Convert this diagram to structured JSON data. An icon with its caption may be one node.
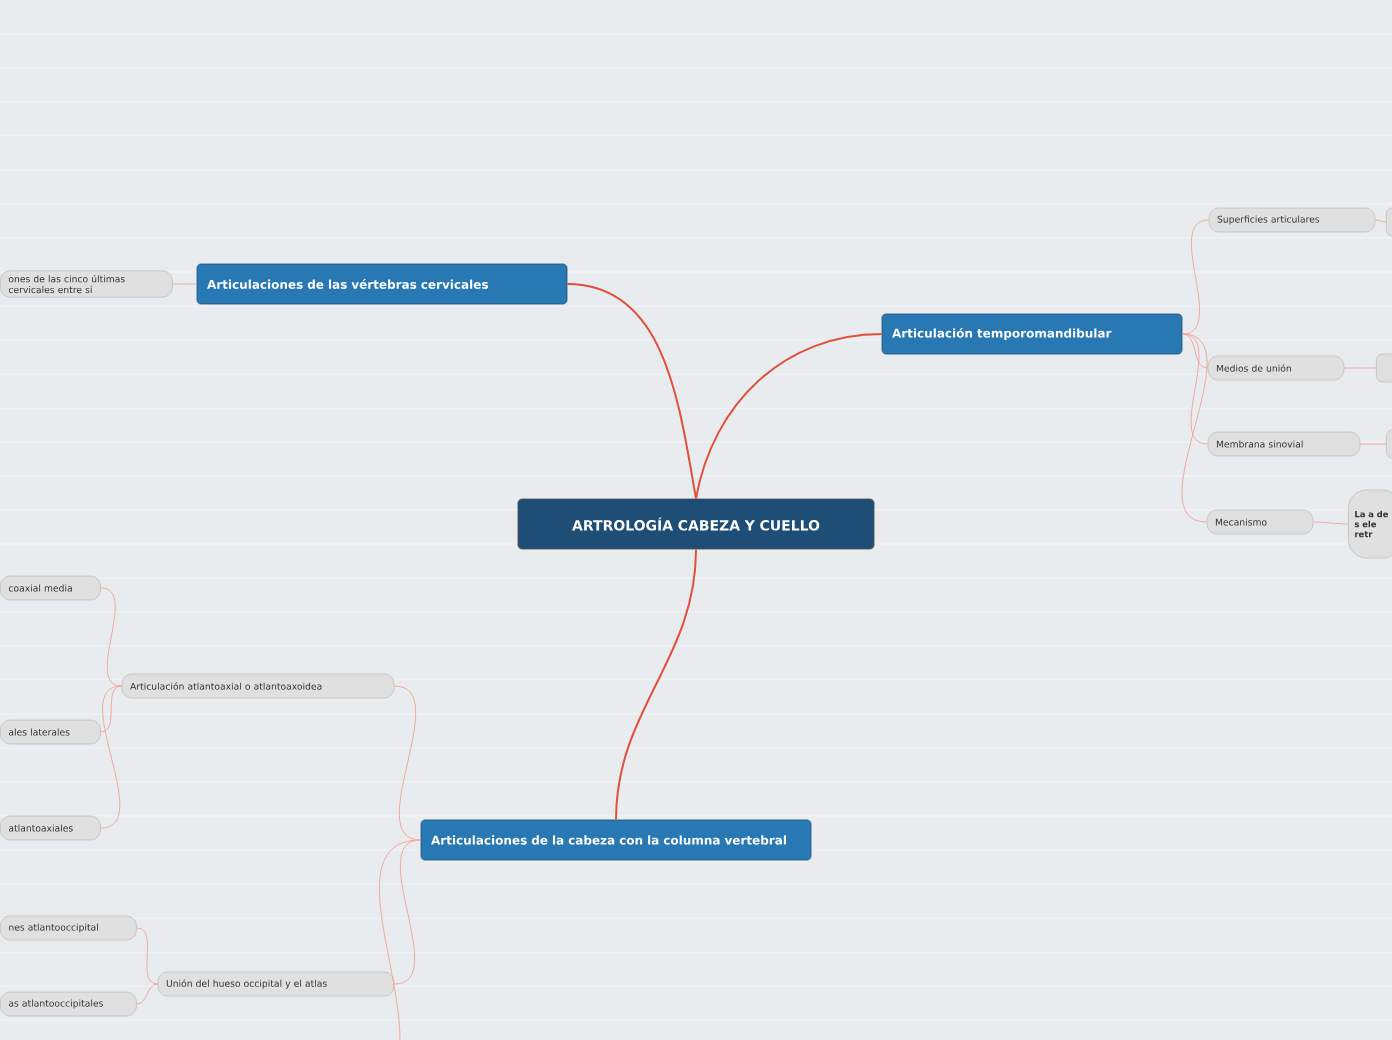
{
  "diagram": {
    "nodes": [
      {
        "text": [
          "ARTROLOGÍA CABEZA Y CUELLO"
        ]
      },
      {
        "text": [
          "Articulaciones de las vértebras cervicales"
        ]
      },
      {
        "text": [
          "ones de las cinco últimas cervicales entre sí"
        ]
      },
      {
        "text": [
          "Articulación temporomandibular"
        ]
      },
      {
        "text": [
          "Superficies articulares"
        ]
      },
      {
        "text": [],
        "shape": "box"
      },
      {
        "text": [
          "Medios de unión"
        ]
      },
      {
        "text": [],
        "shape": "box"
      },
      {
        "text": [
          "Membrana sinovial"
        ]
      },
      {
        "text": [],
        "shape": "box"
      },
      {
        "text": [
          "Mecanismo"
        ]
      },
      {
        "text": [
          "La a de s ele retr"
        ]
      },
      {
        "text": [
          "Articulaciones de la cabeza con la columna vertebral"
        ]
      },
      {
        "text": [
          "Articulación atlantoaxial o atlantoaxoidea"
        ]
      },
      {
        "text": [
          "coaxial media"
        ]
      },
      {
        "text": [
          "ales laterales"
        ]
      },
      {
        "text": [
          "atlantoaxiales"
        ]
      },
      {
        "text": [
          "Unión del hueso occipital y el atlas"
        ]
      },
      {
        "text": [
          "nes atlantooccipital"
        ]
      },
      {
        "text": [
          "as atlantooccipitales"
        ]
      }
    ],
    "edges": [
      {
        "from": 0,
        "to": 1,
        "arrow": "none",
        "color": "#e0503c"
      },
      {
        "from": 0,
        "to": 3,
        "arrow": "none",
        "color": "#e0503c"
      },
      {
        "from": 0,
        "to": 12,
        "arrow": "none",
        "color": "#e0503c"
      },
      {
        "from": 1,
        "to": 2,
        "arrow": "none"
      },
      {
        "from": 3,
        "to": 4,
        "arrow": "none"
      },
      {
        "from": 3,
        "to": 6,
        "arrow": "none"
      },
      {
        "from": 3,
        "to": 8,
        "arrow": "none"
      },
      {
        "from": 3,
        "to": 10,
        "arrow": "none"
      },
      {
        "from": 4,
        "to": 5,
        "arrow": "none"
      },
      {
        "from": 6,
        "to": 7,
        "arrow": "none"
      },
      {
        "from": 8,
        "to": 9,
        "arrow": "none"
      },
      {
        "from": 10,
        "to": 11,
        "arrow": "none"
      },
      {
        "from": 12,
        "to": 13,
        "arrow": "none"
      },
      {
        "from": 12,
        "to": 17,
        "arrow": "none"
      },
      {
        "from": 12,
        "to": null,
        "arrow": "none"
      },
      {
        "from": 13,
        "to": 14,
        "arrow": "none"
      },
      {
        "from": 13,
        "to": 15,
        "arrow": "none"
      },
      {
        "from": 13,
        "to": 16,
        "arrow": "none"
      },
      {
        "from": 17,
        "to": 18,
        "arrow": "none"
      },
      {
        "from": 17,
        "to": 19,
        "arrow": "none"
      }
    ]
  }
}
